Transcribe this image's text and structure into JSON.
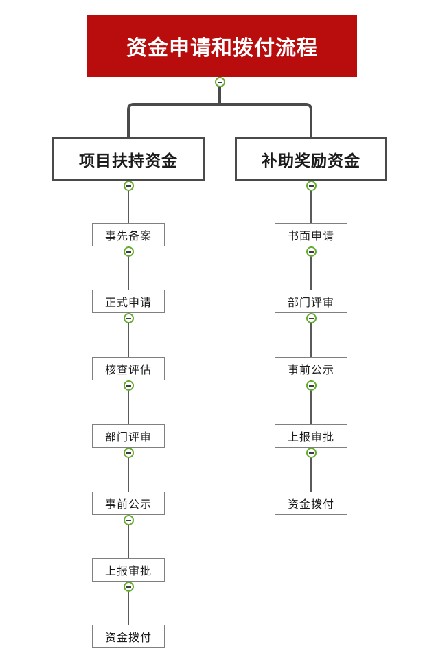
{
  "diagram": {
    "type": "mindmap-flowchart",
    "title": "资金申请和拨付流程",
    "colors": {
      "root_fill": "#b90d0d",
      "root_text": "#ffffff",
      "branch_border": "#4a4a4a",
      "leaf_border": "#808080",
      "connector": "#4a4a4a",
      "toggle_ring": "#63ac2e",
      "toggle_minus": "#3d3d3d",
      "background": "#ffffff"
    },
    "root": {
      "label": "资金申请和拨付流程",
      "toggle_icon": "minus-circle-icon"
    },
    "branches": [
      {
        "id": "left",
        "label": "项目扶持资金",
        "toggle_icon": "minus-circle-icon",
        "steps": [
          {
            "label": "事先备案",
            "toggle_icon": "minus-circle-icon"
          },
          {
            "label": "正式申请",
            "toggle_icon": "minus-circle-icon"
          },
          {
            "label": "核查评估",
            "toggle_icon": "minus-circle-icon"
          },
          {
            "label": "部门评审",
            "toggle_icon": "minus-circle-icon"
          },
          {
            "label": "事前公示",
            "toggle_icon": "minus-circle-icon"
          },
          {
            "label": "上报审批",
            "toggle_icon": "minus-circle-icon"
          },
          {
            "label": "资金拨付",
            "toggle_icon": null
          }
        ]
      },
      {
        "id": "right",
        "label": "补助奖励资金",
        "toggle_icon": "minus-circle-icon",
        "steps": [
          {
            "label": "书面申请",
            "toggle_icon": "minus-circle-icon"
          },
          {
            "label": "部门评审",
            "toggle_icon": "minus-circle-icon"
          },
          {
            "label": "事前公示",
            "toggle_icon": "minus-circle-icon"
          },
          {
            "label": "上报审批",
            "toggle_icon": "minus-circle-icon"
          },
          {
            "label": "资金拨付",
            "toggle_icon": null
          }
        ]
      }
    ]
  }
}
